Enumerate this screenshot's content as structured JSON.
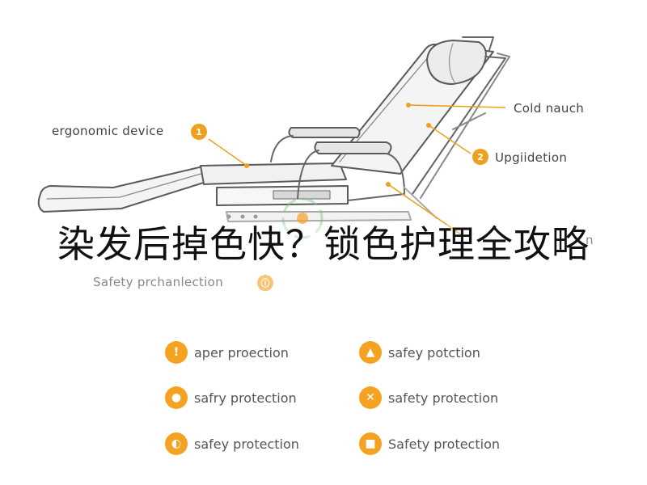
{
  "headline": "染发后掉色快？锁色护理全攻略",
  "accent_color": "#f0a020",
  "callouts": {
    "left": {
      "label": "ergonomic device",
      "badge": "1"
    },
    "right_top": {
      "label": "Cold nauch"
    },
    "right_mid": {
      "label": "Upgiidetion",
      "badge": "2"
    },
    "right_hidden": {
      "label": "n"
    },
    "bottom": {
      "label": "Safety prchanlection"
    }
  },
  "features": [
    {
      "label": "aper proection",
      "icon": "info-icon"
    },
    {
      "label": "safey potction",
      "icon": "seat-icon"
    },
    {
      "label": "safry protection",
      "icon": "person-icon"
    },
    {
      "label": "safety protection",
      "icon": "tools-icon"
    },
    {
      "label": "safey protection",
      "icon": "toggle-icon"
    },
    {
      "label": "Safety protection",
      "icon": "car-icon"
    }
  ]
}
